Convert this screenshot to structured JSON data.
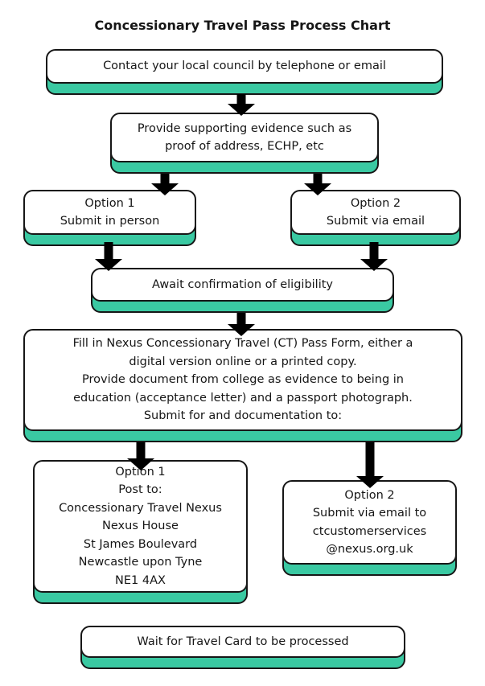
{
  "title": "Concessionary Travel Pass Process Chart",
  "colors": {
    "accent": "#3ac9a2",
    "outline": "#161616",
    "arrow": "#000000",
    "background": "#ffffff"
  },
  "icons": {
    "arrow_down": "css-triangle-down"
  },
  "nodes": {
    "contact": {
      "text": "Contact your local council by telephone or email"
    },
    "evidence": {
      "text": "Provide supporting evidence such as\nproof of address, ECHP, etc"
    },
    "option1_submit": {
      "text": "Option 1\nSubmit in person"
    },
    "option2_submit": {
      "text": "Option 2\nSubmit via email"
    },
    "await": {
      "text": "Await confirmation of eligibility"
    },
    "form": {
      "text": "Fill in Nexus Concessionary Travel (CT) Pass Form, either a\ndigital version online or a printed copy.\nProvide document from college as evidence to being in\neducation (acceptance letter) and a passport photograph.\nSubmit for and documentation to:"
    },
    "option1_post": {
      "text": "Option 1\nPost to:\nConcessionary Travel Nexus\nNexus House\nSt James Boulevard\nNewcastle upon Tyne\nNE1 4AX"
    },
    "option2_email": {
      "text": "Option 2\nSubmit via email to\nctcustomerservices\n@nexus.org.uk"
    },
    "wait": {
      "text": "Wait for Travel Card to be processed"
    }
  }
}
